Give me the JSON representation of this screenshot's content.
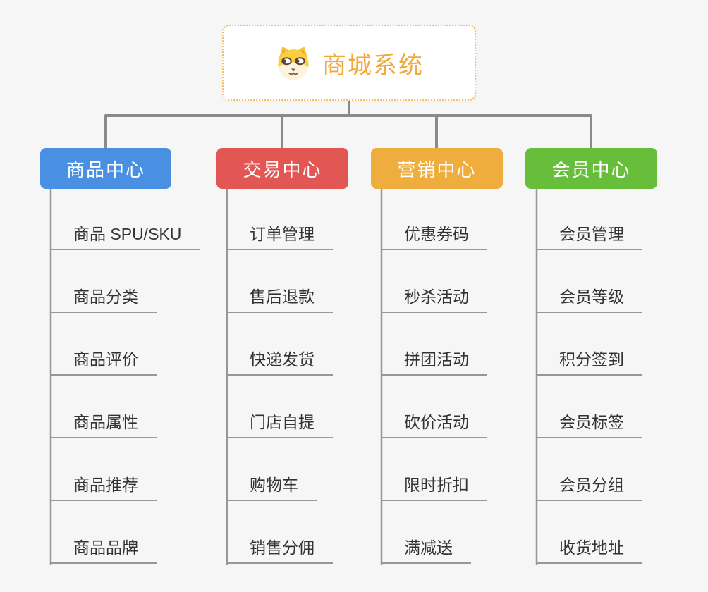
{
  "root": {
    "title": "商城系统",
    "icon": "dog-face-icon"
  },
  "branches": [
    {
      "label": "商品中心",
      "color": "#4A90E2",
      "children": [
        "商品 SPU/SKU",
        "商品分类",
        "商品评价",
        "商品属性",
        "商品推荐",
        "商品品牌"
      ]
    },
    {
      "label": "交易中心",
      "color": "#E25653",
      "children": [
        "订单管理",
        "售后退款",
        "快递发货",
        "门店自提",
        "购物车",
        "销售分佣"
      ]
    },
    {
      "label": "营销中心",
      "color": "#EFAD3E",
      "children": [
        "优惠券码",
        "秒杀活动",
        "拼团活动",
        "砍价活动",
        "限时折扣",
        "满减送"
      ]
    },
    {
      "label": "会员中心",
      "color": "#67BE3B",
      "children": [
        "会员管理",
        "会员等级",
        "积分签到",
        "会员标签",
        "会员分组",
        "收货地址"
      ]
    }
  ],
  "colors": {
    "background": "#F6F6F6",
    "connector": "#8A8A8A",
    "item_line": "#979797",
    "item_text": "#333333",
    "node_text": "#FFFFFF",
    "root_text": "#F1A83B",
    "root_border": "#F5BD5E"
  }
}
